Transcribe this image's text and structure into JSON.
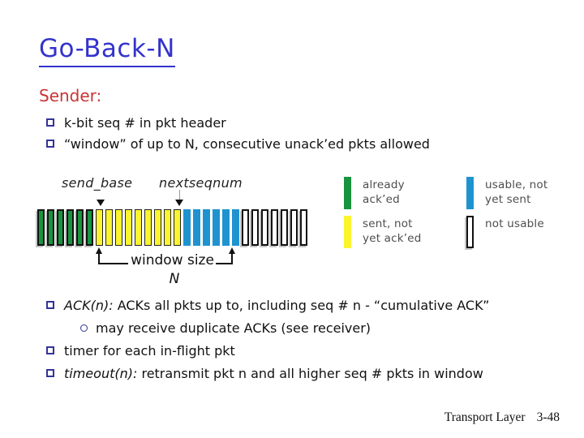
{
  "slide": {
    "title": "Go-Back-N",
    "section_heading": "Sender:",
    "footer": {
      "label": "Transport Layer",
      "page": "3-48"
    }
  },
  "colors": {
    "title_blue": "#3333cc",
    "accent_red": "#cc3333",
    "bullet_navy": "#333399",
    "bar_green": "#18943e",
    "bar_yellow": "#fbf42f",
    "bar_blue": "#1f93cf"
  },
  "bullets_top": [
    {
      "text": "k-bit seq # in pkt header"
    },
    {
      "text": "“window” of up to N, consecutive unack’ed pkts allowed"
    }
  ],
  "bullets_bottom": [
    {
      "prefix": "ACK(n):",
      "text": " ACKs all pkts up to, including seq # n - “cumulative ACK”"
    },
    {
      "prefix": "",
      "text": "may receive duplicate ACKs (see receiver)"
    },
    {
      "prefix": "",
      "text": "timer for each in-flight pkt"
    },
    {
      "prefix": "timeout(n):",
      "text": " retransmit pkt n and all higher seq # pkts in window"
    }
  ],
  "diagram": {
    "send_base_label": "send_base",
    "nextseqnum_label": "nextseqnum",
    "window_size_label": "window size",
    "window_n": "N",
    "groups": [
      {
        "state": "acked",
        "count": 6
      },
      {
        "state": "sent-unacked",
        "count": 9
      },
      {
        "state": "usable",
        "count": 6
      },
      {
        "state": "not-usable",
        "count": 7
      }
    ],
    "legend": [
      {
        "state": "acked",
        "line1": "already",
        "line2": "ack’ed"
      },
      {
        "state": "sent-unacked",
        "line1": "sent, not",
        "line2": "yet ack’ed"
      },
      {
        "state": "usable",
        "line1": "usable, not",
        "line2": "yet sent"
      },
      {
        "state": "not-usable",
        "line1": "not usable",
        "line2": ""
      }
    ]
  }
}
